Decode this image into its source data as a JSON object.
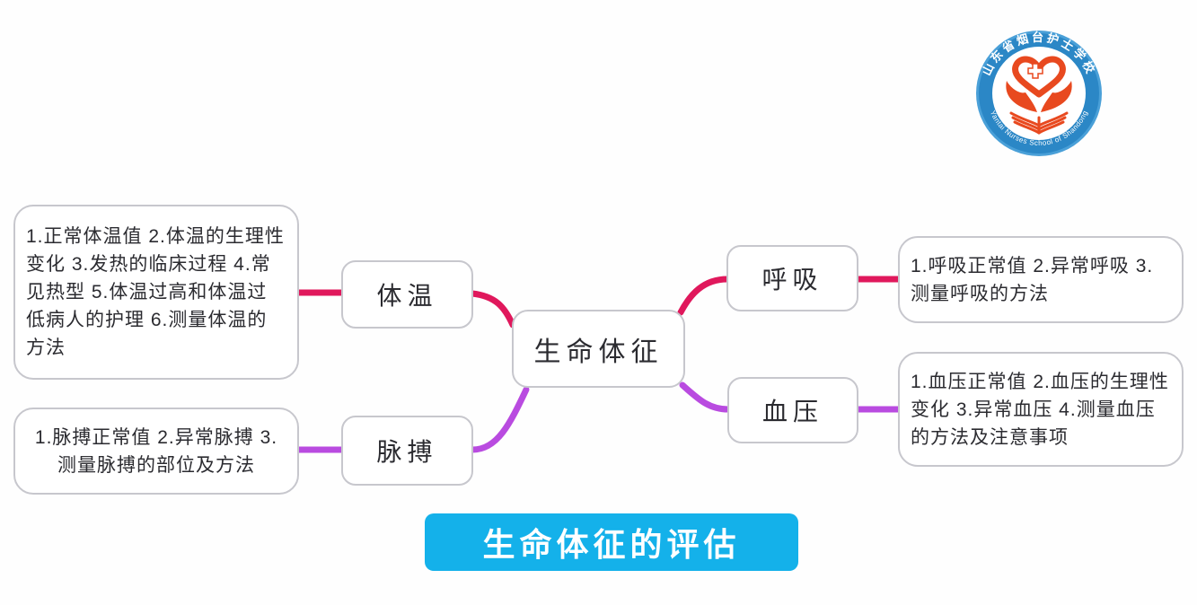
{
  "mindmap": {
    "root": {
      "label": "生命体征"
    },
    "branches": [
      {
        "label": "体温",
        "side": "left",
        "detail": "1.正常体温值 2.体温的生理性变化 3.发热的临床过程 4.常见热型 5.体温过高和体温过低病人的护理 6.测量体温的方法"
      },
      {
        "label": "脉搏",
        "side": "left",
        "detail": "1.脉搏正常值 2.异常脉搏 3.测量脉搏的部位及方法"
      },
      {
        "label": "呼吸",
        "side": "right",
        "detail": "1.呼吸正常值 2.异常呼吸 3.测量呼吸的方法"
      },
      {
        "label": "血压",
        "side": "right",
        "detail": "1.血压正常值 2.血压的生理性变化 3.异常血压 4.测量血压的方法及注意事项"
      }
    ]
  },
  "banner": {
    "label": "生命体征的评估",
    "background": "#14b1ea",
    "text_color": "#ffffff"
  },
  "logo": {
    "top_text": "山东省烟台护士学校",
    "bottom_text": "Yantai Nurses School of Shandong",
    "ring_color": "#2b87c6",
    "inner_color": "#ffffff",
    "emblem_color": "#e8491f",
    "text_color": "#ffffff"
  },
  "colors": {
    "branch_pink": "#e0185c",
    "branch_purple": "#b94be0",
    "node_border": "#c7c7cd"
  }
}
